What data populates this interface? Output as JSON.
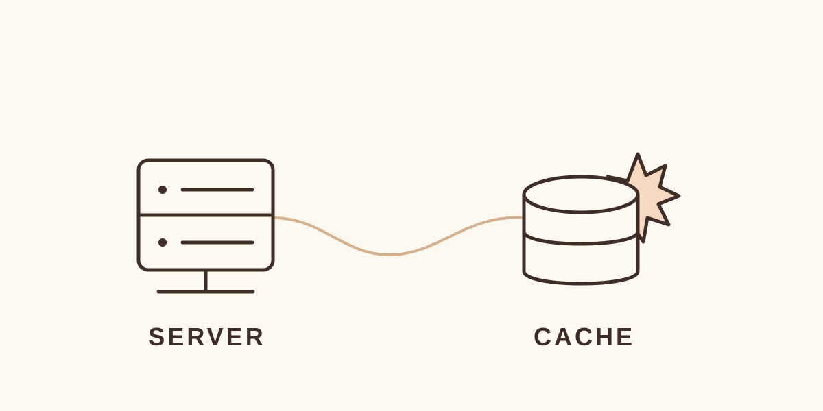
{
  "nodes": {
    "server": {
      "label": "SERVER",
      "icon": "server-icon"
    },
    "cache": {
      "label": "CACHE",
      "icon": "database-icon",
      "badge_icon": "burst-icon"
    }
  },
  "connector": {
    "from": "server",
    "to": "cache",
    "style": "curved"
  },
  "colors": {
    "background": "#fdf8f0",
    "stroke": "#3e2c26",
    "connector": "#d4b08f",
    "burst_fill": "#f6d9c2"
  }
}
